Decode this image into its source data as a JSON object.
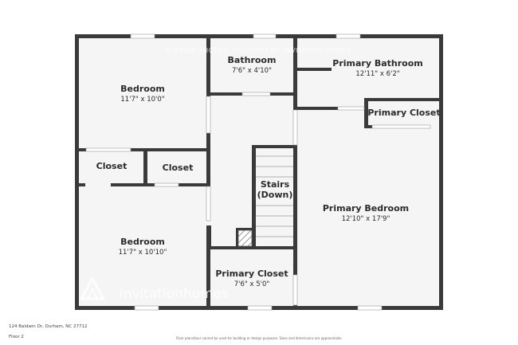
{
  "rooms": {
    "bedroom_top": {
      "name": "Bedroom",
      "dims": "11'7\" x 10'0\""
    },
    "bathroom": {
      "name": "Bathroom",
      "dims": "7'6\" x 4'10\""
    },
    "primary_bathroom": {
      "name": "Primary Bathroom",
      "dims": "12'11\" x 6'2\""
    },
    "primary_closet_top": {
      "name": "Primary Closet"
    },
    "closet_left": {
      "name": "Closet"
    },
    "closet_right": {
      "name": "Closet"
    },
    "stairs": {
      "line1": "Stairs",
      "line2": "(Down)"
    },
    "primary_bedroom": {
      "name": "Primary Bedroom",
      "dims": "12'10\" x 17'9\""
    },
    "bedroom_bottom": {
      "name": "Bedroom",
      "dims": "11'7\" x 10'10\""
    },
    "primary_closet_bottom": {
      "name": "Primary Closet",
      "dims": "7'6\" x 5'0\""
    }
  },
  "watermark": {
    "top_text": "NTERIOR PHOTOS: PROPERTY OF INVITATION HOMES",
    "brand": "invitationhomes"
  },
  "footer": {
    "address": "124 Baldwin Dr, Durham, NC 27712",
    "floor": "Floor 2",
    "disclaimer": "Floor plans/tour cannot be used for building or design purposes. Sizes and dimensions are approximate."
  },
  "colors": {
    "wall": "#3a3a3a",
    "floor": "#f5f5f5",
    "window": "#ffffff"
  }
}
